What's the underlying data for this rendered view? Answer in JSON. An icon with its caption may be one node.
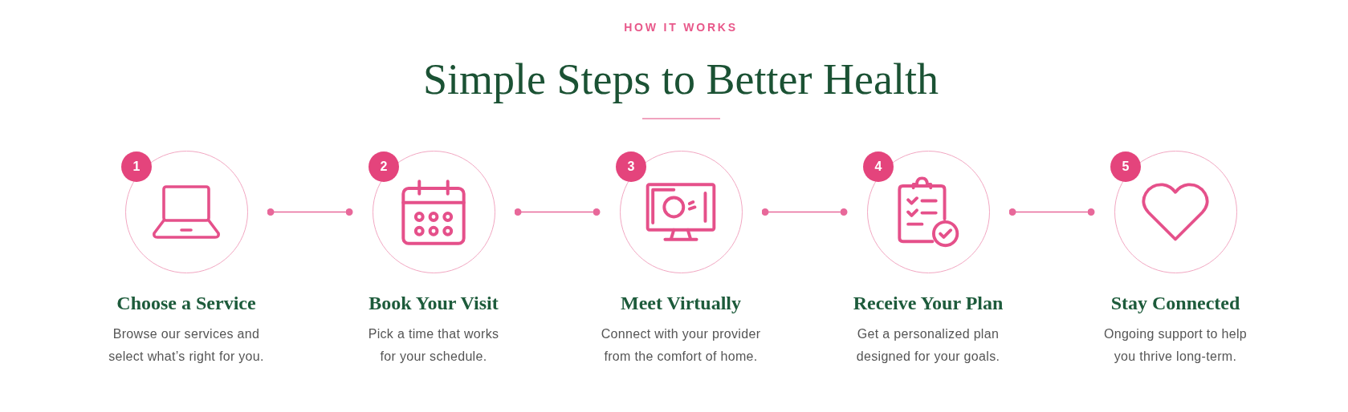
{
  "diagram": {
    "title": "Simple Steps to Better Health",
    "nodes": [
      {
        "text": [
          "1",
          "Choose a Service",
          "Browse our services and select what’s right for you."
        ]
      },
      {
        "text": [
          "2",
          "Book Your Visit",
          "Pick a time that works for your schedule."
        ]
      },
      {
        "text": [
          "3",
          "Meet Virtually",
          "Connect with your provider from the comfort of home."
        ]
      },
      {
        "text": [
          "4",
          "Receive Your Plan",
          "Get a personalized plan designed for your goals."
        ]
      },
      {
        "text": [
          "5",
          "Stay Connected",
          "Ongoing support to help you thrive long-term."
        ]
      }
    ],
    "edges": [
      {
        "from": 0,
        "to": 1,
        "arrow": "other"
      },
      {
        "from": 1,
        "to": 2,
        "arrow": "other"
      },
      {
        "from": 2,
        "to": 3,
        "arrow": "other"
      },
      {
        "from": 3,
        "to": 4,
        "arrow": "other"
      }
    ],
    "labels": [
      "HOW IT WORKS"
    ]
  }
}
